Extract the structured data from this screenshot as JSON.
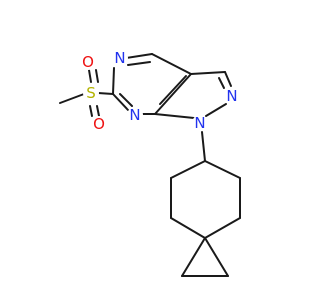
{
  "structure": {
    "atoms": {
      "n_pyrimidine_top": "N",
      "n_pyrimidine_bottom": "N",
      "n_pyrazole_right": "N",
      "n_pyrazole_bottom": "N",
      "sulfur": "S",
      "oxygen_top": "O",
      "oxygen_bottom": "O"
    },
    "colors": {
      "bond": "#1a1a1a",
      "nitrogen": "#2233ee",
      "oxygen": "#ee1111",
      "sulfur": "#b3b300"
    }
  }
}
